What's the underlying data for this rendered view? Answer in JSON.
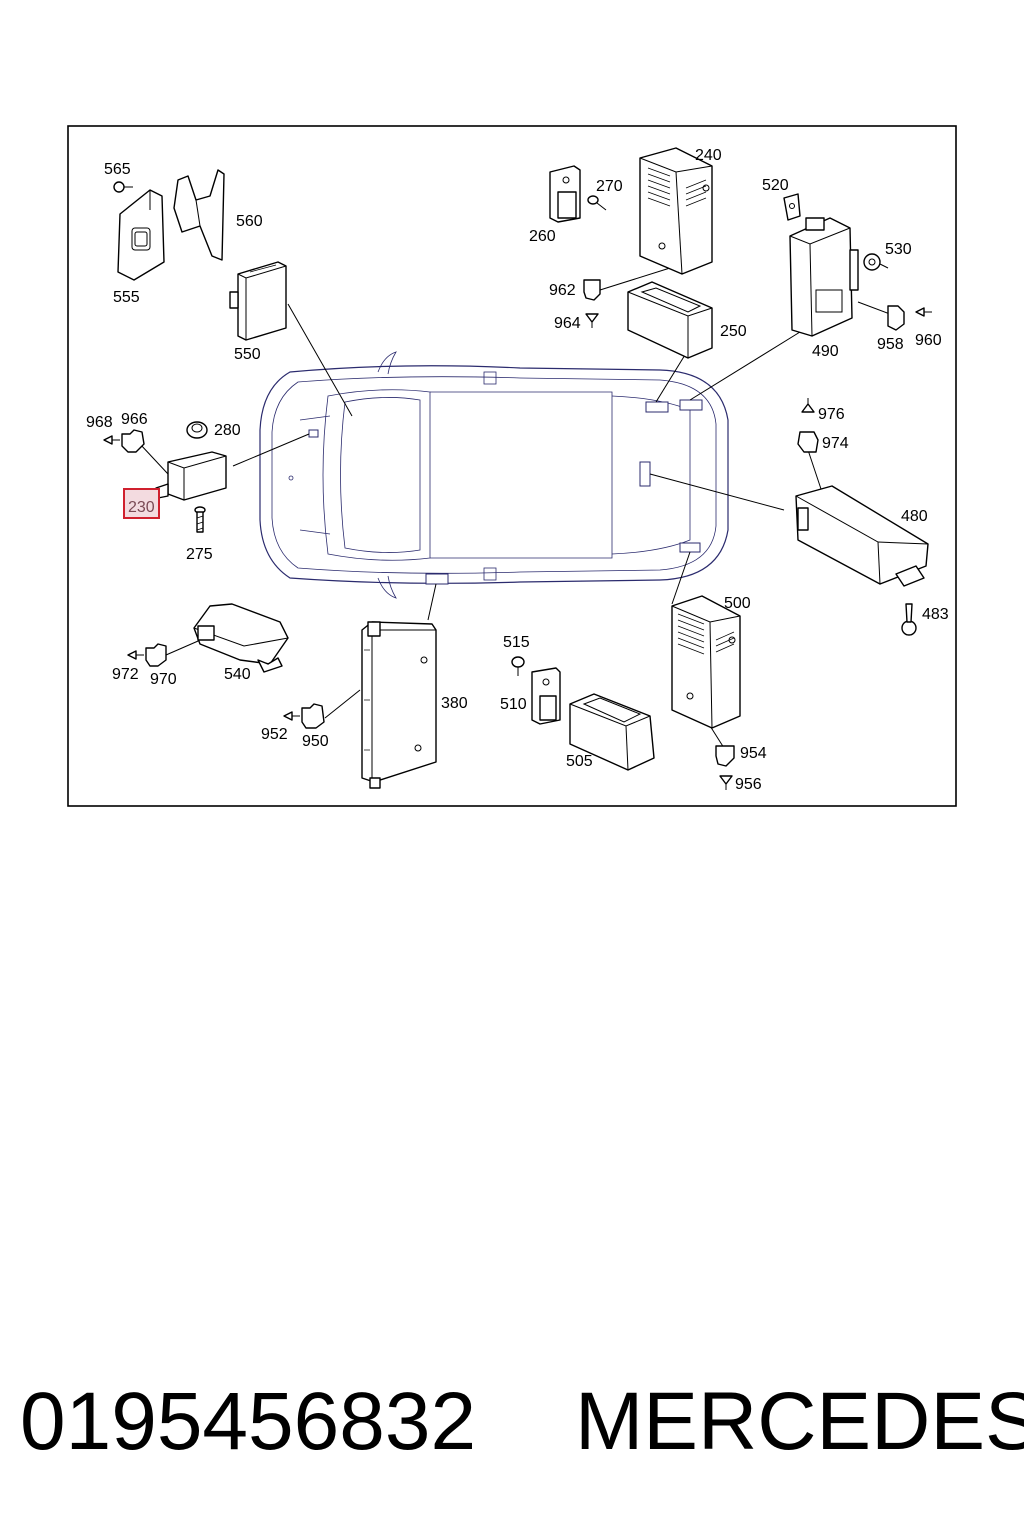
{
  "diagram": {
    "highlighted_part": "230",
    "labels": {
      "l565": "565",
      "l560": "560",
      "l555": "555",
      "l550": "550",
      "l968": "968",
      "l966": "966",
      "l280": "280",
      "l230": "230",
      "l275": "275",
      "l972": "972",
      "l970": "970",
      "l540": "540",
      "l952": "952",
      "l950": "950",
      "l380": "380",
      "l515": "515",
      "l510": "510",
      "l505": "505",
      "l260": "260",
      "l270": "270",
      "l240": "240",
      "l962": "962",
      "l964": "964",
      "l250": "250",
      "l520": "520",
      "l530": "530",
      "l490": "490",
      "l958": "958",
      "l960": "960",
      "l976": "976",
      "l974": "974",
      "l480": "480",
      "l483": "483",
      "l500": "500",
      "l954": "954",
      "l956": "956"
    }
  },
  "caption": {
    "part_number": "0195456832",
    "brand": "MERCEDES"
  },
  "colors": {
    "highlight_border": "#d0202e",
    "highlight_fill": "#f3dbe0",
    "car_outline": "#2b2b6e"
  }
}
